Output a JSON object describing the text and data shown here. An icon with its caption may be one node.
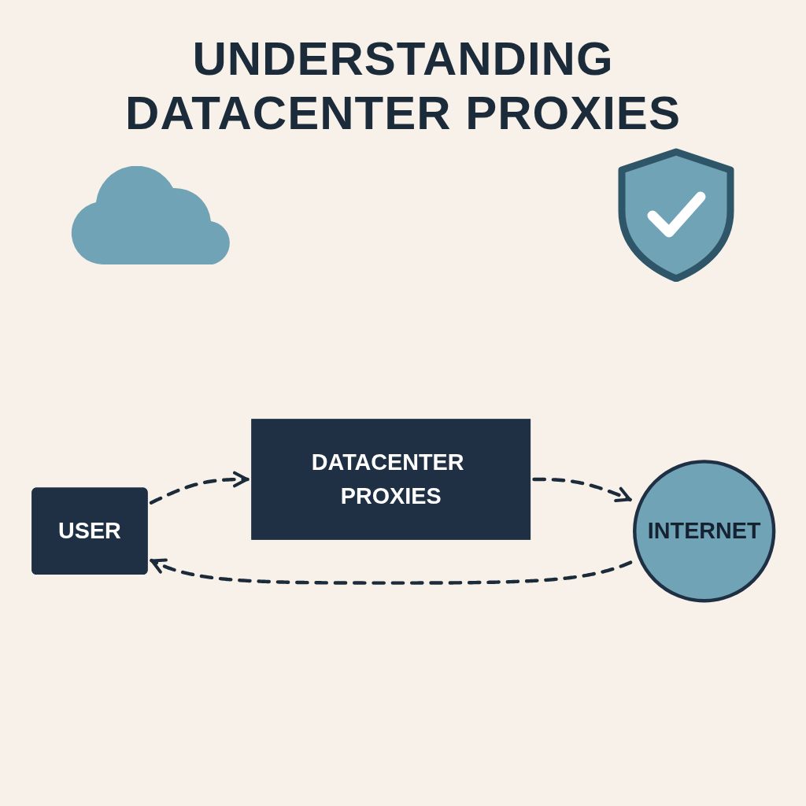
{
  "diagram": {
    "title": "UNDERSTANDING DATACENTER PROXIES",
    "nodes": [
      {
        "text": [
          "DATACENTER PROXIES"
        ]
      },
      {
        "text": [
          "USER"
        ]
      },
      {
        "text": [
          "INTERNET"
        ]
      }
    ],
    "edges": [
      {
        "from": 1,
        "to": 0,
        "arrow": "to",
        "style": "dashed"
      },
      {
        "from": 0,
        "to": 2,
        "arrow": "to",
        "style": "dashed"
      },
      {
        "from": 2,
        "to": 1,
        "arrow": "to",
        "style": "dashed"
      }
    ]
  }
}
